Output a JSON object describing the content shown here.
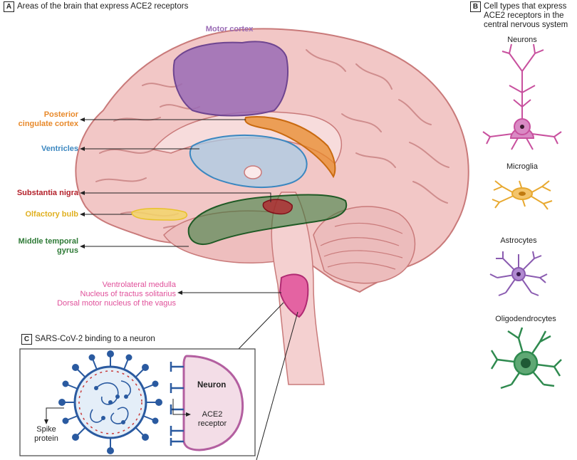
{
  "panel_a": {
    "letter": "A",
    "title": "Areas of the brain that express ACE2 receptors",
    "labels": {
      "motor_cortex": "Motor cortex",
      "posterior_cingulate": [
        "Posterior",
        "cingulate cortex"
      ],
      "ventricles": "Ventricles",
      "substantia_nigra": "Substantia nigra",
      "olfactory_bulb": "Olfactory bulb",
      "middle_temporal": [
        "Middle temporal",
        "gyrus"
      ],
      "medulla": [
        "Ventrolateral medulla",
        "Nucleus of tractus solitarius",
        "Dorsal motor nucleus of the vagus"
      ]
    }
  },
  "panel_b": {
    "letter": "B",
    "title": [
      "Cell types that express",
      "ACE2 receptors in the",
      "central nervous system"
    ],
    "cells": [
      "Neurons",
      "Microglia",
      "Astrocytes",
      "Oligodendrocytes"
    ]
  },
  "panel_c": {
    "letter": "C",
    "title": "SARS-CoV-2 binding to a neuron",
    "neuron_label": "Neuron",
    "ace2_label": [
      "ACE2",
      "receptor"
    ],
    "spike_label": [
      "Spike",
      "protein"
    ]
  },
  "colors": {
    "motor_cortex": "#9a6bb5",
    "posterior_cingulate": "#e8892a",
    "ventricles": "#3b87c0",
    "substantia_nigra": "#b3202a",
    "olfactory_bulb": "#e8c12a",
    "middle_temporal": "#2e7a36",
    "medulla": "#e0509a",
    "brain": "#f2c4c4",
    "neuron_cell": "#c8509e",
    "microglia": "#e8a930",
    "astrocyte": "#8a5bb0",
    "oligodendrocyte": "#2f8a4f"
  },
  "icons": [
    "neuron-cell-icon",
    "microglia-cell-icon",
    "astrocyte-cell-icon",
    "oligodendrocyte-cell-icon",
    "virus-icon"
  ]
}
